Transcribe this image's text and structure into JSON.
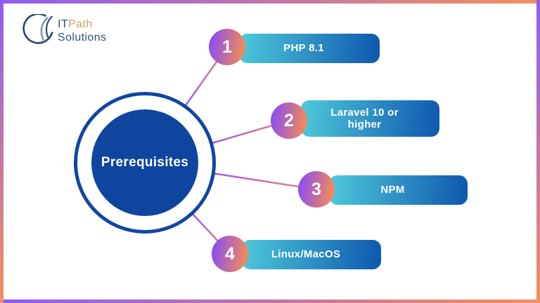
{
  "logo": {
    "it": "IT",
    "path": "Path",
    "solutions": "Solutions"
  },
  "diagram": {
    "center_label": "Prerequisites",
    "items": [
      {
        "number": "1",
        "label": "PHP 8.1"
      },
      {
        "number": "2",
        "label": "Laravel 10 or higher"
      },
      {
        "number": "3",
        "label": "NPM"
      },
      {
        "number": "4",
        "label": "Linux/MacOS"
      }
    ]
  },
  "colors": {
    "center_blue": "#10459f",
    "ring_blue": "#1146a3",
    "bar_gradient_start": "#4ec9da",
    "bar_gradient_end": "#0e57ae",
    "number_gradient_start": "#8b4ef3",
    "number_gradient_end": "#f1885c",
    "line_purple": "#9b59f5",
    "line_orange": "#f08a5e",
    "border_purple": "#8f5cf0",
    "border_orange": "#f2905e",
    "logo_navy": "#31517e",
    "logo_gold": "#c9a267"
  }
}
